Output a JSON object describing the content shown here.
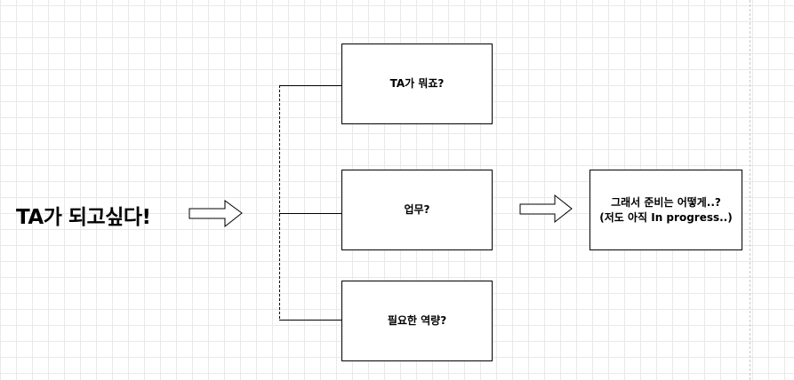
{
  "diagram": {
    "title": "TA가 되고싶다!",
    "boxes": [
      {
        "label": "TA가 뭐죠?"
      },
      {
        "label": "업무?"
      },
      {
        "label": "필요한 역량?"
      }
    ],
    "result_box": {
      "line1": "그래서 준비는 어떻게..?",
      "line2": "(저도 아직 In progress..)"
    }
  },
  "colors": {
    "stroke": "#000000",
    "fill": "#ffffff",
    "grid": "#e9e9e9"
  }
}
